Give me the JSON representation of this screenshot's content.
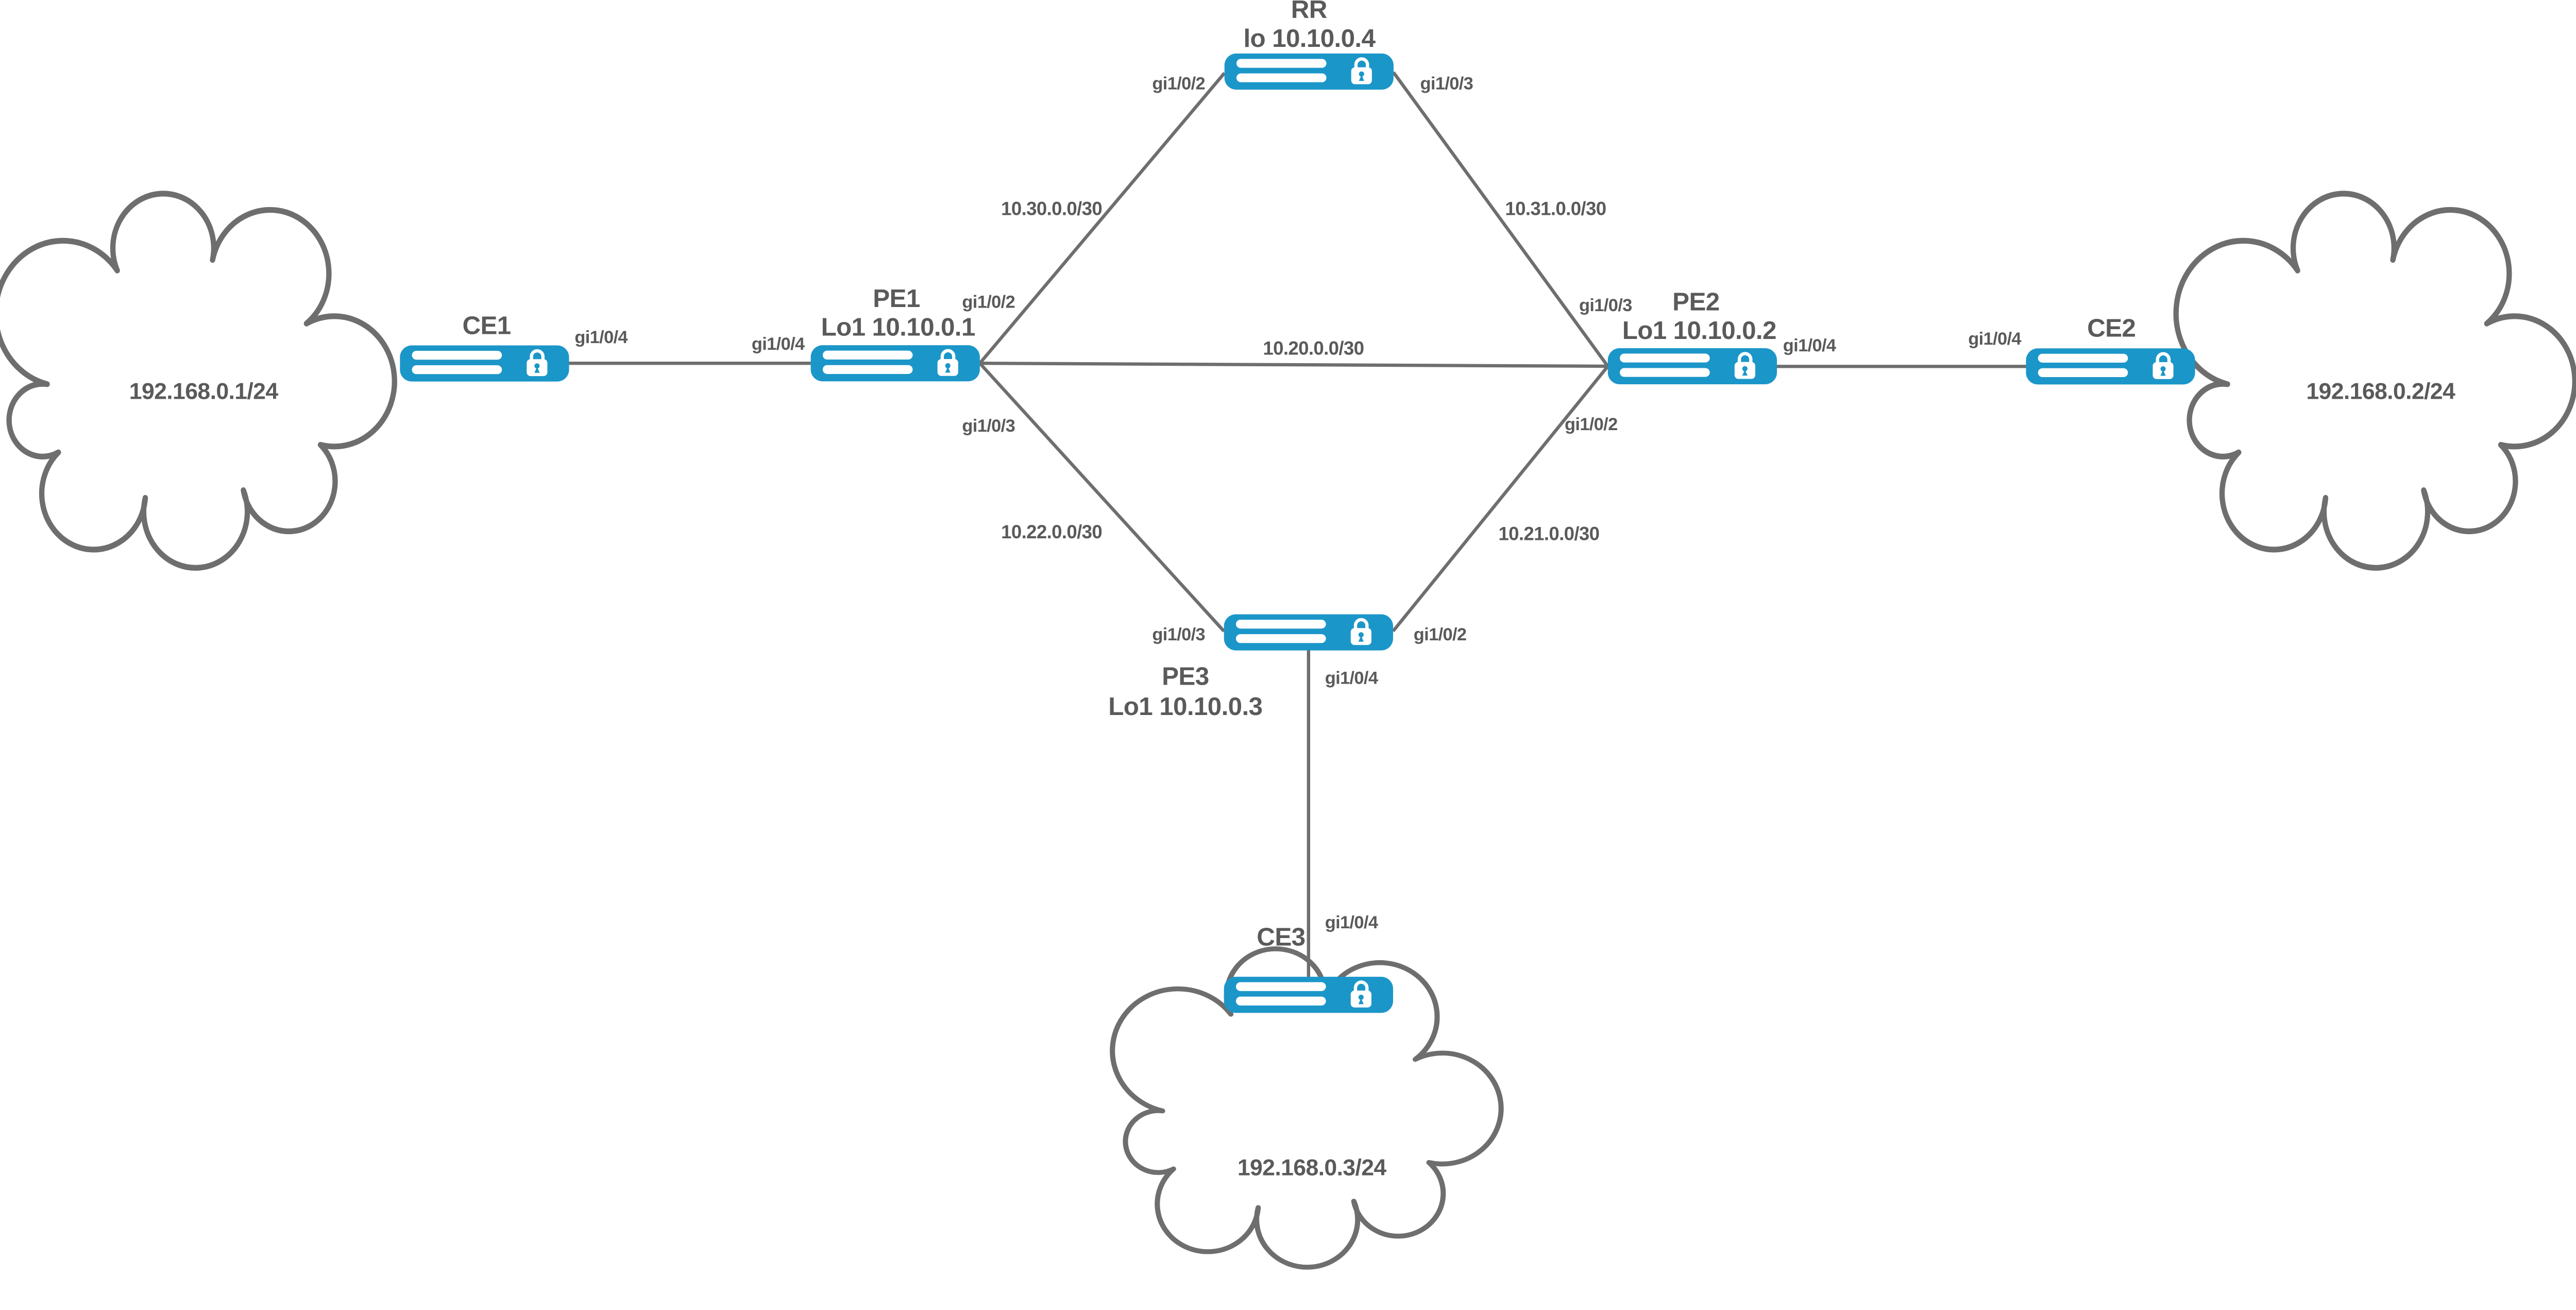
{
  "colors": {
    "router_blue": "#1b96c9",
    "link_gray": "#6e6e6e",
    "label_gray": "#5a5a5a",
    "cloud_fill": "#ffffff"
  },
  "nodes": {
    "rr": {
      "name": "RR",
      "loopback": "lo 10.10.0.4",
      "ports": {
        "left": "gi1/0/2",
        "right": "gi1/0/3"
      }
    },
    "pe1": {
      "name": "PE1",
      "loopback": "Lo1 10.10.0.1",
      "ports": {
        "left": "gi1/0/4",
        "up": "gi1/0/2",
        "down": "gi1/0/3"
      }
    },
    "pe2": {
      "name": "PE2",
      "loopback": "Lo1 10.10.0.2",
      "ports": {
        "up": "gi1/0/3",
        "down": "gi1/0/2",
        "right": "gi1/0/4"
      }
    },
    "pe3": {
      "name": "PE3",
      "loopback": "Lo1 10.10.0.3",
      "ports": {
        "left": "gi1/0/3",
        "right": "gi1/0/2",
        "down": "gi1/0/4"
      }
    },
    "ce1": {
      "name": "CE1",
      "ports": {
        "right": "gi1/0/4"
      }
    },
    "ce2": {
      "name": "CE2",
      "ports": {
        "left": "gi1/0/4"
      }
    },
    "ce3": {
      "name": "CE3",
      "ports": {
        "up": "gi1/0/4"
      }
    }
  },
  "links": {
    "pe1_rr": {
      "subnet": "10.30.0.0/30"
    },
    "rr_pe2": {
      "subnet": "10.31.0.0/30"
    },
    "pe1_pe2": {
      "subnet": "10.20.0.0/30"
    },
    "pe1_pe3": {
      "subnet": "10.22.0.0/30"
    },
    "pe3_pe2": {
      "subnet": "10.21.0.0/30"
    },
    "pe3_ce3": {
      "subnet": ""
    }
  },
  "clouds": {
    "left": {
      "subnet": "192.168.0.1/24"
    },
    "right": {
      "subnet": "192.168.0.2/24"
    },
    "bottom": {
      "subnet": "192.168.0.3/24"
    }
  }
}
